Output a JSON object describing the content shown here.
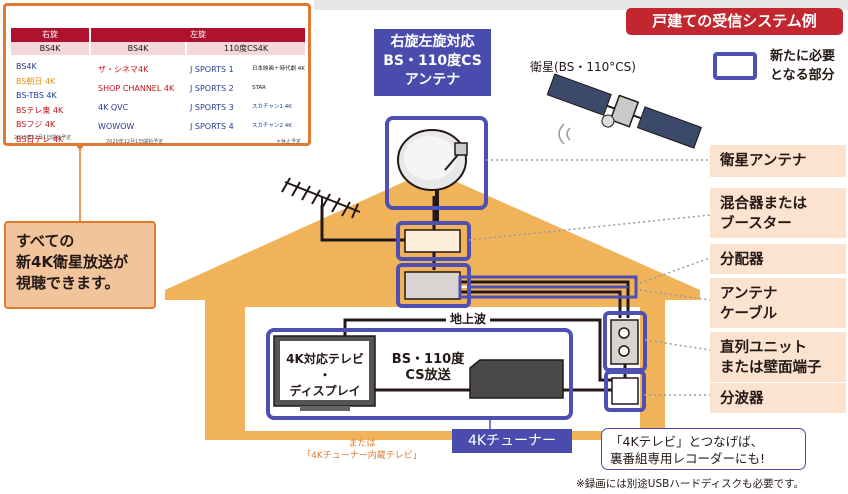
{
  "title": "戸建ての受信システム例",
  "legend": {
    "line1": "新たに必要",
    "line2": "となる部分"
  },
  "antenna_tag": {
    "line1": "右旋左旋対応",
    "line2": "BS・110度CS",
    "line3": "アンテナ"
  },
  "satellite_label": "衛星(BS・110°CS)",
  "right_labels": {
    "satellite_antenna": "衛星アンテナ",
    "mixer_line1": "混合器または",
    "mixer_line2": "ブースター",
    "splitter": "分配器",
    "cable_line1": "アンテナ",
    "cable_line2": "ケーブル",
    "unit_line1": "直列ユニット",
    "unit_line2": "または壁面端子",
    "diplexer": "分波器"
  },
  "callout": {
    "line1": "すべての",
    "line2": "新4K衛星放送が",
    "line3": "視聴できます。"
  },
  "ground_wave": "地上波",
  "tv_label": {
    "line1": "4K対応テレビ",
    "line2": "・",
    "line3": "ディスプレイ"
  },
  "bs_label": {
    "line1": "BS・110度",
    "line2": "CS放送"
  },
  "tuner_tag": "4Kチューナー",
  "under_note": {
    "line1": "または",
    "line2": "「4Kチューナー内蔵テレビ」"
  },
  "speech": {
    "line1": "「4Kテレビ」とつなげば、",
    "line2": "裏番組専用レコーダーにも!"
  },
  "footnote": "※録画には別途USBハードディスクも必要です。",
  "channels": {
    "left_head": "右旋",
    "right_head": "左旋",
    "left_sub": "BS4K",
    "mid_sub": "BS4K",
    "right_sub": "110度CS4K",
    "left_list": [
      "BS4K",
      "BS朝日 4K",
      "BS-TBS 4K",
      "BSテレ東 4K",
      "BSフジ 4K",
      "BS日テレ 4K"
    ],
    "left_note": "2019年12月1日開始予定",
    "mid_list": [
      "ザ・シネマ4K",
      "SHOP CHANNEL 4K",
      "4K QVC",
      "WOWOW"
    ],
    "mid_note": "2020年12月1日開始予定",
    "right_list_a": [
      "J SPORTS 1",
      "J SPORTS 2",
      "J SPORTS 3",
      "J SPORTS 4"
    ],
    "right_list_b": [
      "日本映画＋時代劇 4K",
      "STAR",
      "スカチャン1 4K",
      "スカチャン2 4K"
    ],
    "right_note": "＊休止予定"
  }
}
